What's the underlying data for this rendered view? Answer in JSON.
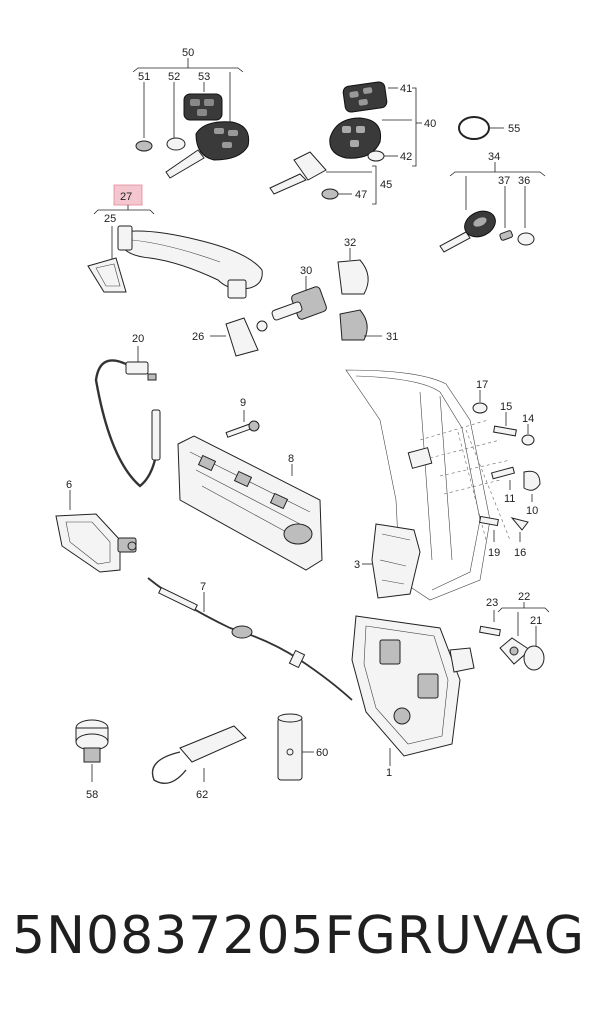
{
  "diagram": {
    "highlight_color": "#f4c7cf",
    "callouts": {
      "c50": "50",
      "c51": "51",
      "c52": "52",
      "c53": "53",
      "c41": "41",
      "c40": "40",
      "c42": "42",
      "c45": "45",
      "c47": "47",
      "c55": "55",
      "c34": "34",
      "c37": "37",
      "c36": "36",
      "c27": "27",
      "c25": "25",
      "c32": "32",
      "c30": "30",
      "c31": "31",
      "c26": "26",
      "c20": "20",
      "c9": "9",
      "c8": "8",
      "c17": "17",
      "c15": "15",
      "c14": "14",
      "c11": "11",
      "c10": "10",
      "c19": "19",
      "c16": "16",
      "c3": "3",
      "c6": "6",
      "c7": "7",
      "c23": "23",
      "c22": "22",
      "c21": "21",
      "c1": "1",
      "c58": "58",
      "c62": "62",
      "c60": "60"
    }
  },
  "footer": {
    "part_number": "5N0837205FGRU",
    "brand": "VAG"
  }
}
